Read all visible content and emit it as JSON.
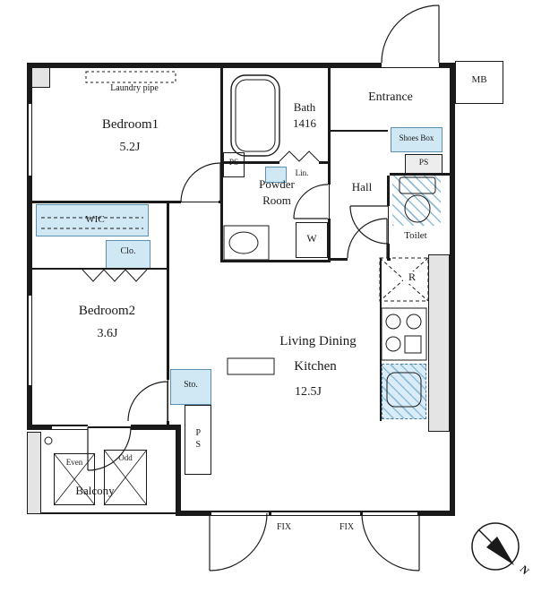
{
  "floorplan": {
    "rooms": {
      "bedroom1": {
        "name": "Bedroom1",
        "size": "5.2J"
      },
      "bedroom2": {
        "name": "Bedroom2",
        "size": "3.6J"
      },
      "ldk": {
        "name_line1": "Living Dining",
        "name_line2": "Kitchen",
        "size": "12.5J"
      },
      "bath": {
        "name": "Bath",
        "size": "1416"
      },
      "powder_room": {
        "name_line1": "Powder",
        "name_line2": "Room"
      },
      "entrance": {
        "name": "Entrance"
      },
      "hall": {
        "name": "Hall"
      },
      "toilet": {
        "name": "Toilet"
      },
      "balcony": {
        "name": "Balcony"
      },
      "wic": {
        "name": "WIC"
      },
      "closet": {
        "name": "Clo."
      },
      "storage": {
        "name": "Sto."
      }
    },
    "annotations": {
      "laundry_pipe": "Laundry pipe",
      "meter_box": "MB",
      "shoes_box": "Shoes Box",
      "pipe_space": "PS",
      "linen": "Lin.",
      "washer": "W",
      "refrigerator": "R",
      "fixed_window": "FIX",
      "balcony_even": "Even",
      "balcony_odd": "Odd",
      "compass_north": "N"
    },
    "colors": {
      "fixture_blue": "#cfe8f4",
      "wall_gray": "#e4e4e4",
      "line_black": "#1a1a1a"
    }
  }
}
